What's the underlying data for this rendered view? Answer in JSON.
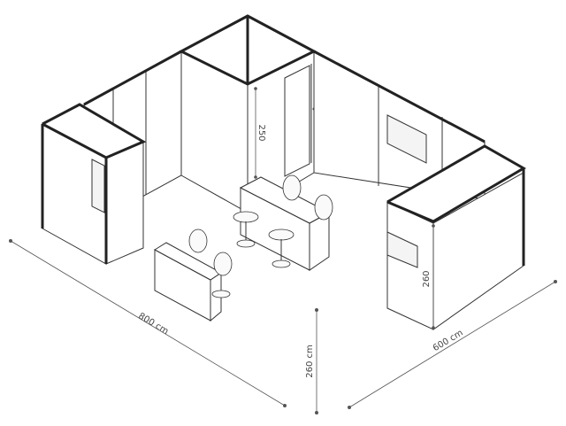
{
  "dimensions": {
    "width_label": "800 cm",
    "depth_label": "600 cm",
    "height_label": "260 cm",
    "inner_height_left": "250",
    "inner_height_right": "260"
  },
  "colors": {
    "line": "#333333",
    "frame": "#222222",
    "dimension": "#555555",
    "background": "#ffffff"
  }
}
